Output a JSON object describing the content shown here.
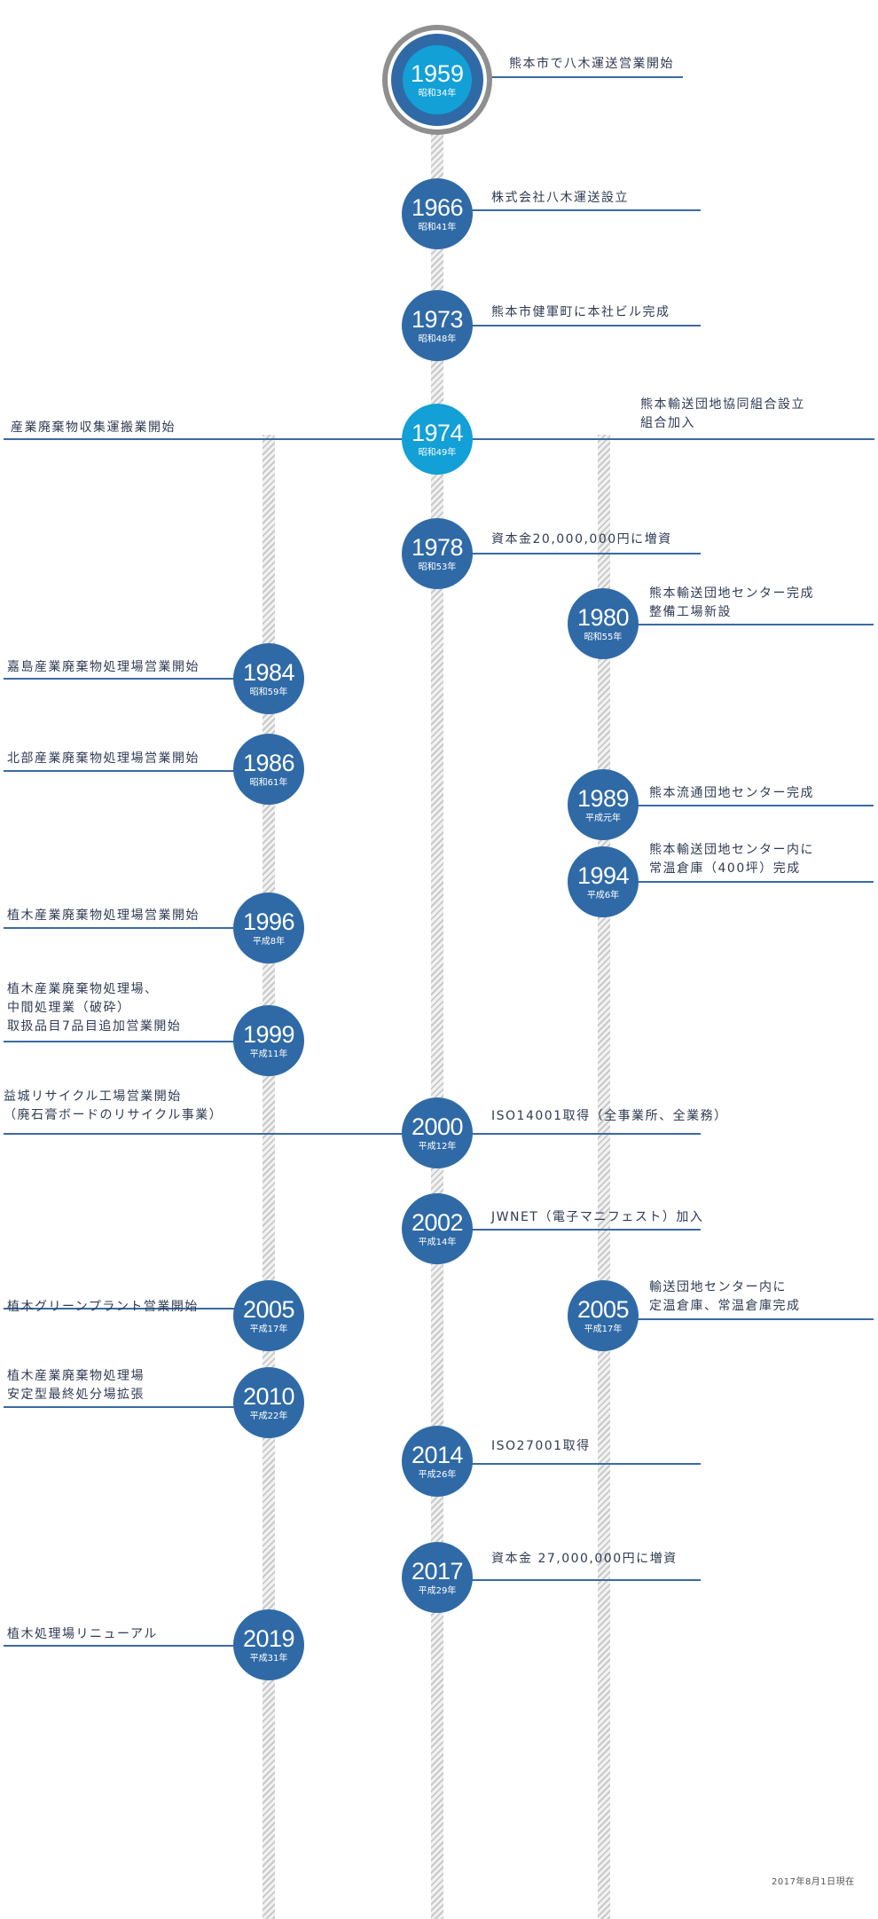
{
  "colors": {
    "node": "#2f6aa7",
    "node_highlight": "#12a0d6",
    "line": "#3a6aa3",
    "ring": "#8f8f8f"
  },
  "events": {
    "e1959": {
      "year": "1959",
      "era": "昭和34年",
      "lines": [
        "熊本市で八木運送営業開始"
      ]
    },
    "e1966": {
      "year": "1966",
      "era": "昭和41年",
      "lines": [
        "株式会社八木運送設立"
      ]
    },
    "e1973": {
      "year": "1973",
      "era": "昭和48年",
      "lines": [
        "熊本市健軍町に本社ビル完成"
      ]
    },
    "e1974": {
      "year": "1974",
      "era": "昭和49年",
      "left_lines": [
        "産業廃棄物収集運搬業開始"
      ],
      "right_lines": [
        "熊本輸送団地協同組合設立",
        "組合加入"
      ]
    },
    "e1978": {
      "year": "1978",
      "era": "昭和53年",
      "lines": [
        "資本金20,000,000円に増資"
      ]
    },
    "e1980": {
      "year": "1980",
      "era": "昭和55年",
      "lines": [
        "熊本輸送団地センター完成",
        "整備工場新設"
      ]
    },
    "e1984": {
      "year": "1984",
      "era": "昭和59年",
      "lines": [
        "嘉島産業廃棄物処理場営業開始"
      ]
    },
    "e1986": {
      "year": "1986",
      "era": "昭和61年",
      "lines": [
        "北部産業廃棄物処理場営業開始"
      ]
    },
    "e1989": {
      "year": "1989",
      "era": "平成元年",
      "lines": [
        "熊本流通団地センター完成"
      ]
    },
    "e1994": {
      "year": "1994",
      "era": "平成6年",
      "lines": [
        "熊本輸送団地センター内に",
        "常温倉庫（400坪）完成"
      ]
    },
    "e1996": {
      "year": "1996",
      "era": "平成8年",
      "lines": [
        "植木産業廃棄物処理場営業開始"
      ]
    },
    "e1999": {
      "year": "1999",
      "era": "平成11年",
      "lines": [
        "植木産業廃棄物処理場、",
        "中間処理業（破砕）",
        "取扱品目7品目追加営業開始"
      ]
    },
    "e2000": {
      "year": "2000",
      "era": "平成12年",
      "left_lines": [
        " 益城リサイクル工場営業開始",
        "（廃石膏ボードのリサイクル事業）"
      ],
      "right_lines": [
        "ISO14001取得（全事業所、全業務）"
      ]
    },
    "e2002": {
      "year": "2002",
      "era": "平成14年",
      "lines": [
        "JWNET（電子マニフェスト）加入"
      ]
    },
    "e2005a": {
      "year": "2005",
      "era": "平成17年",
      "lines": [
        "植木グリーンプラント営業開始"
      ]
    },
    "e2005b": {
      "year": "2005",
      "era": "平成17年",
      "lines": [
        "輸送団地センター内に",
        "定温倉庫、常温倉庫完成"
      ]
    },
    "e2010": {
      "year": "2010",
      "era": "平成22年",
      "lines": [
        "植木産業廃棄物処理場",
        "安定型最終処分場拡張"
      ]
    },
    "e2014": {
      "year": "2014",
      "era": "平成26年",
      "lines": [
        "ISO27001取得"
      ]
    },
    "e2017": {
      "year": "2017",
      "era": "平成29年",
      "lines": [
        "資本金 27,000,000円に増資"
      ]
    },
    "e2019": {
      "year": "2019",
      "era": "平成31年",
      "lines": [
        "植木処理場リニューアル"
      ]
    }
  },
  "footnote": "2017年8月1日現在"
}
